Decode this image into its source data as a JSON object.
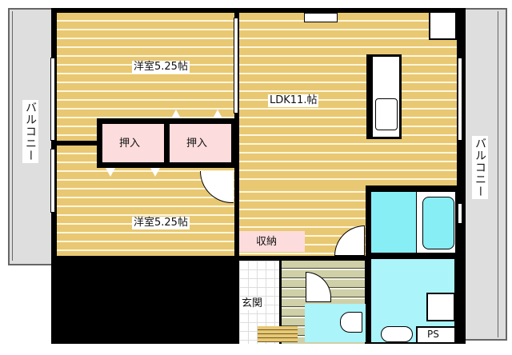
{
  "floorplan": {
    "rooms": {
      "western_room_top": {
        "label": "洋室5.25帖"
      },
      "western_room_bottom": {
        "label": "洋室5.25帖"
      },
      "ldk": {
        "label": "LDK11.帖"
      },
      "closet_left": {
        "label": "押入"
      },
      "closet_right": {
        "label": "押入"
      },
      "storage": {
        "label": "収納"
      },
      "entrance": {
        "label": "玄関"
      },
      "pipe_space": {
        "label": "PS"
      }
    },
    "balcony_left": {
      "label": "バルコニー"
    },
    "balcony_right": {
      "label": "バルコニー"
    },
    "colors": {
      "flooring": "#e8c873",
      "closet": "#fcdcdc",
      "wet_area": "#aaf4fa",
      "balcony": "#dedede",
      "wall": "#000000"
    }
  }
}
